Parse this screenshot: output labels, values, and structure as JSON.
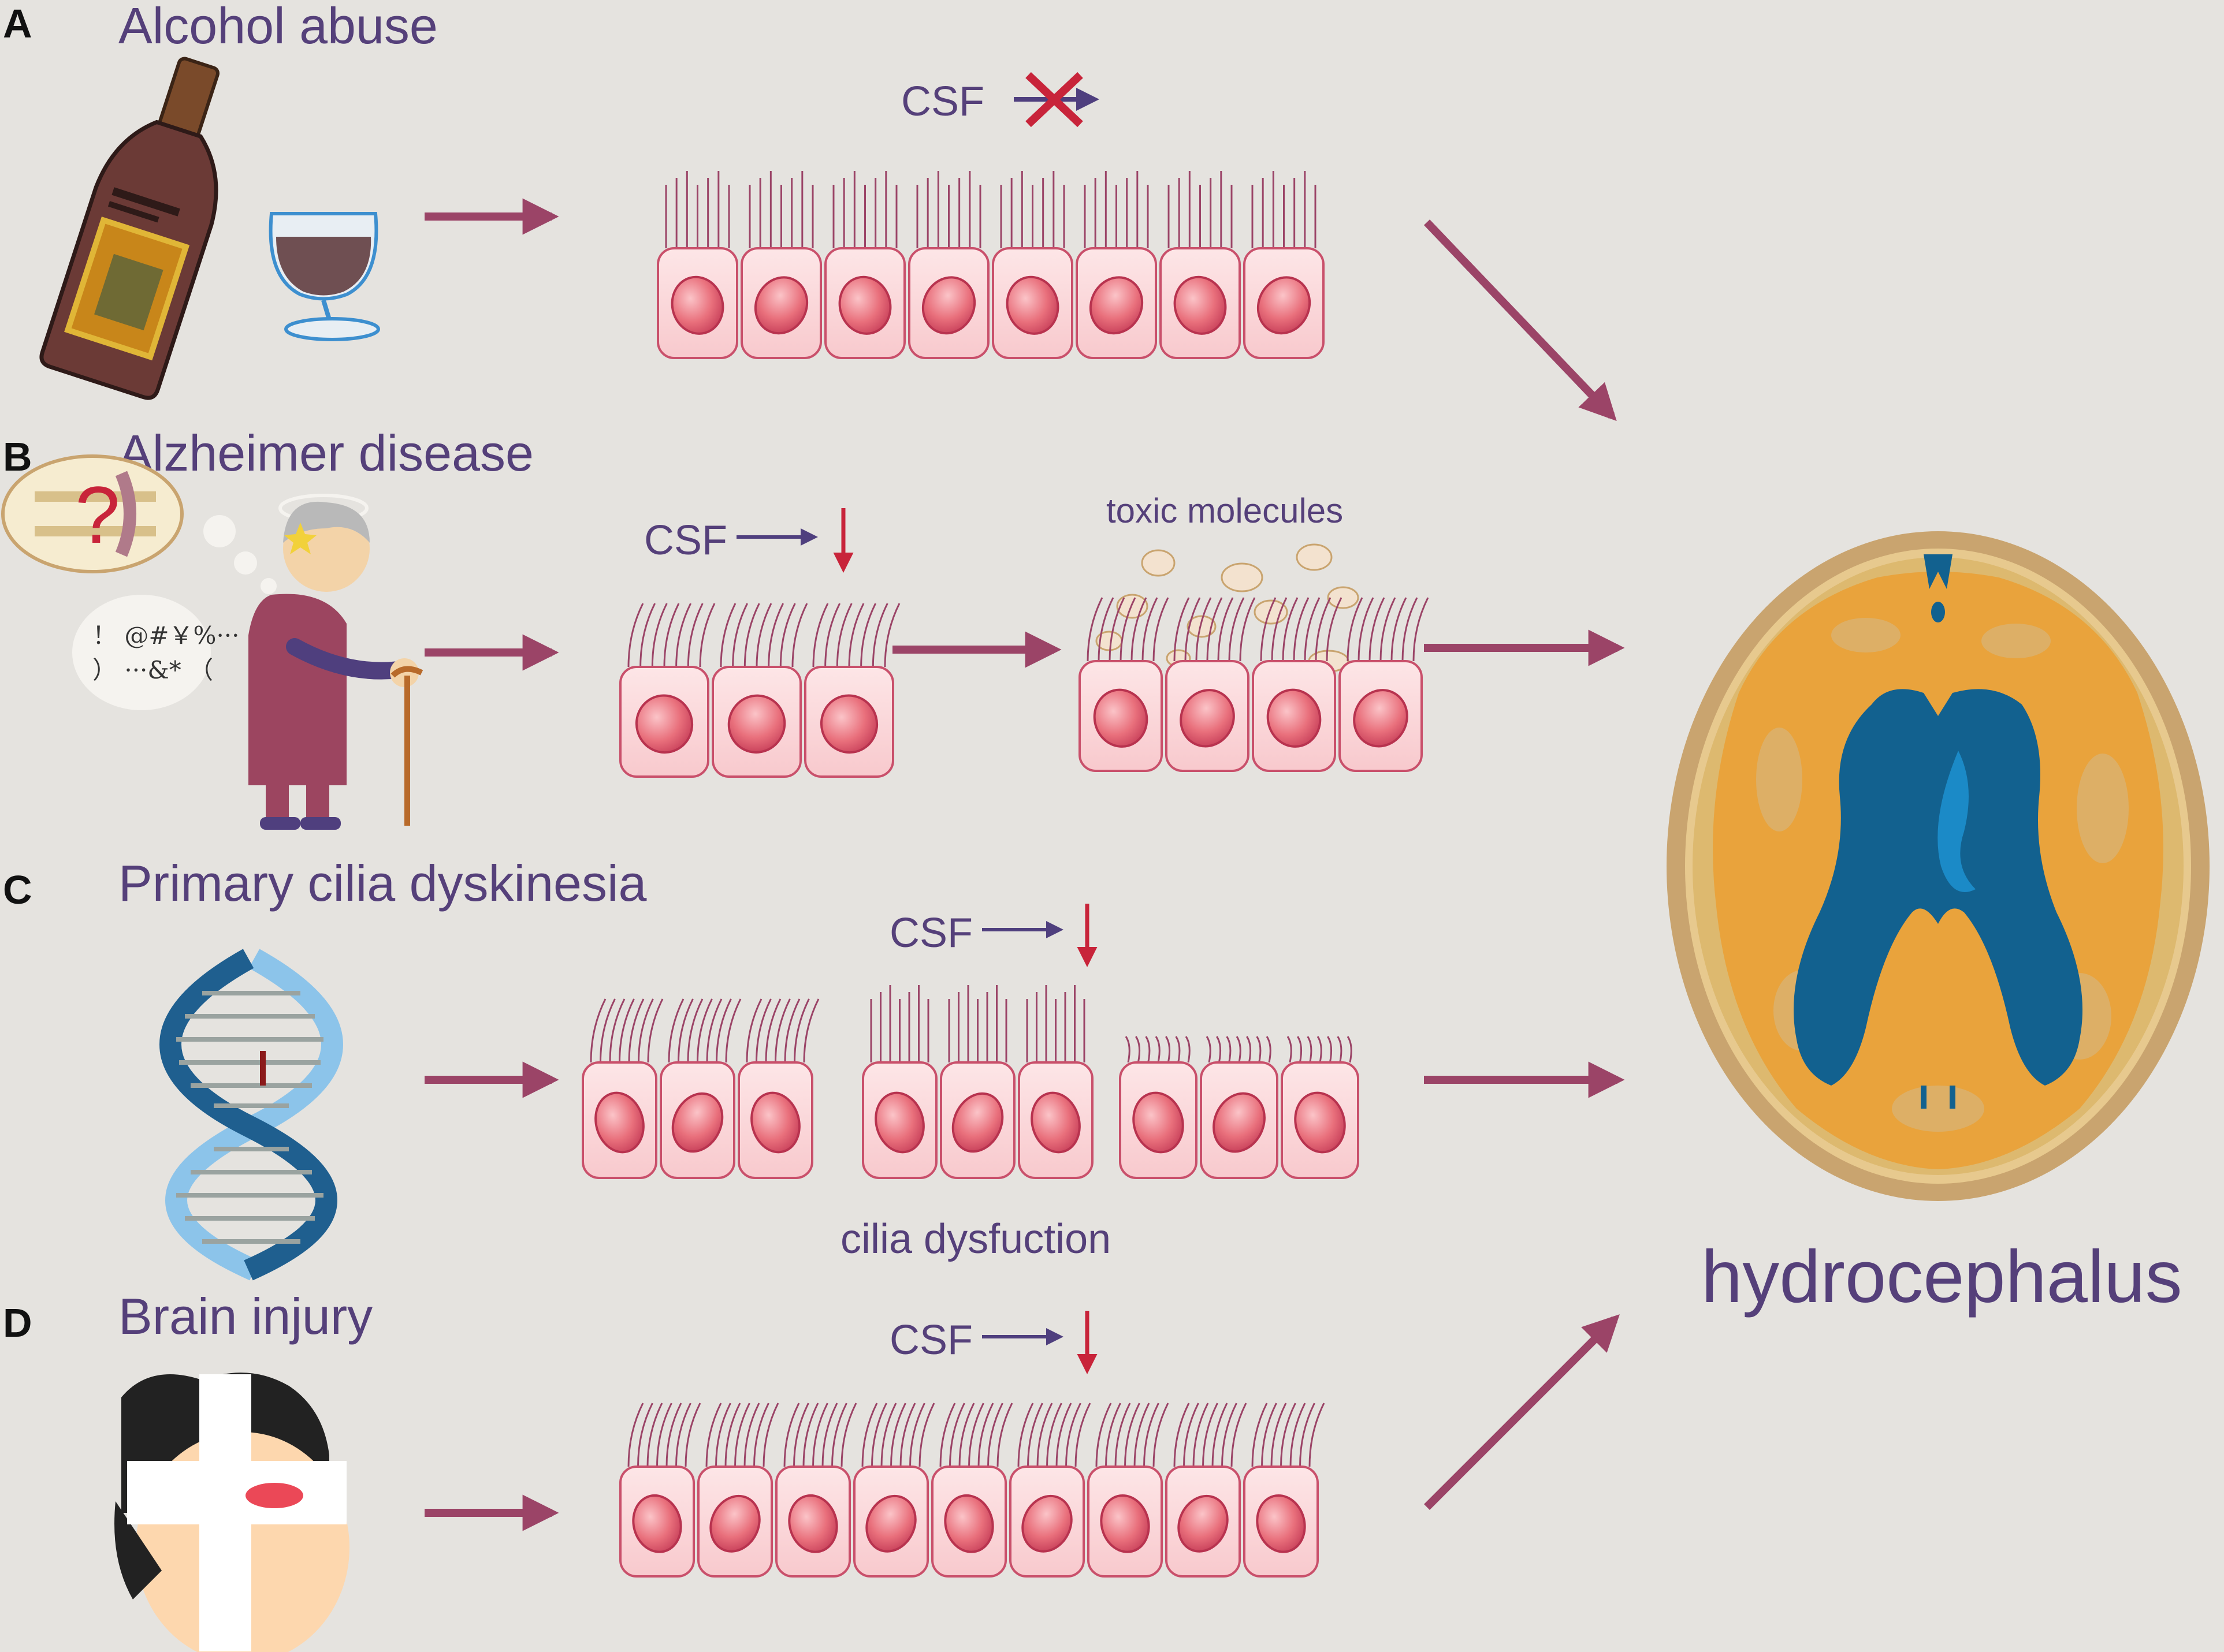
{
  "panels": [
    {
      "letter": "A",
      "title": "Alcohol abuse"
    },
    {
      "letter": "B",
      "title": "Alzheimer disease"
    },
    {
      "letter": "C",
      "title": "Primary cilia dyskinesia"
    },
    {
      "letter": "D",
      "title": "Brain injury"
    }
  ],
  "csf_label": "CSF",
  "toxic_label": "toxic molecules",
  "cilia_label": "cilia dysfuction",
  "outcome_label": "hydrocephalus",
  "thought_line1": "！ @#￥%···",
  "thought_line2": "） ···&*  （",
  "question_mark": "?",
  "colors": {
    "background": "#e5e3df",
    "arrow": "#9b4467",
    "cell_fill": "#fbd9dc",
    "cell_stroke": "#c9506b",
    "nucleus": "#e36a78",
    "cilia": "#9b4467",
    "title_text": "#55407a",
    "csf_arrow": "#4f3f7e",
    "block_x": "#c8243a",
    "brain_tissue": "#e9a33c",
    "ventricle": "#12618f",
    "skull": "#c9a46f"
  },
  "icons": [
    "wine-bottle-icon",
    "wine-glass-icon",
    "elderly-person-icon",
    "dna-icon",
    "bandaged-head-icon",
    "brain-ct-icon"
  ]
}
